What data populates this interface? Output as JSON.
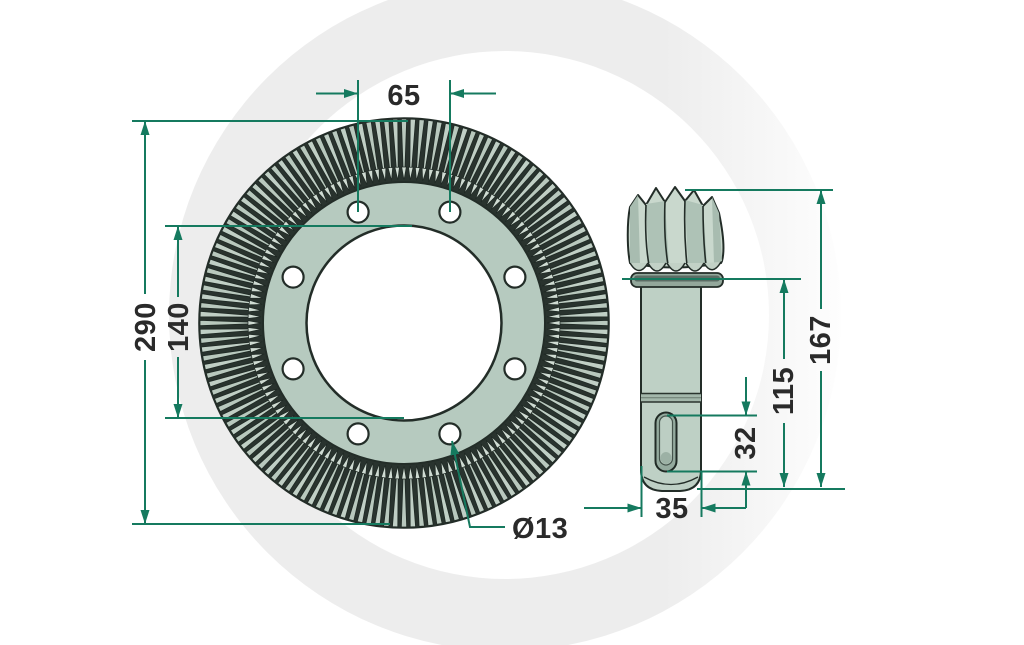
{
  "dimensions": {
    "ring_gear": {
      "hole_spacing": "65",
      "outer_diameter": "290",
      "bore_diameter": "140",
      "bolt_hole_diameter": "Ø13",
      "bolt_hole_count": 8
    },
    "pinion": {
      "total_length": "167",
      "shaft_length": "115",
      "keyway_length": "32",
      "shaft_diameter": "35"
    }
  },
  "colors": {
    "dimension_line": "#157a5f",
    "dimension_text": "#2a2a2a",
    "part_fill": "#b6cabf",
    "part_fill_light": "#c9d8cd",
    "part_fill_mid": "#aec2b6",
    "part_dark_gap": "#29332e",
    "part_outline": "#232d28",
    "keyway_fill": "#94aa9e",
    "watermark": "#ededed",
    "background": "#ffffff"
  }
}
